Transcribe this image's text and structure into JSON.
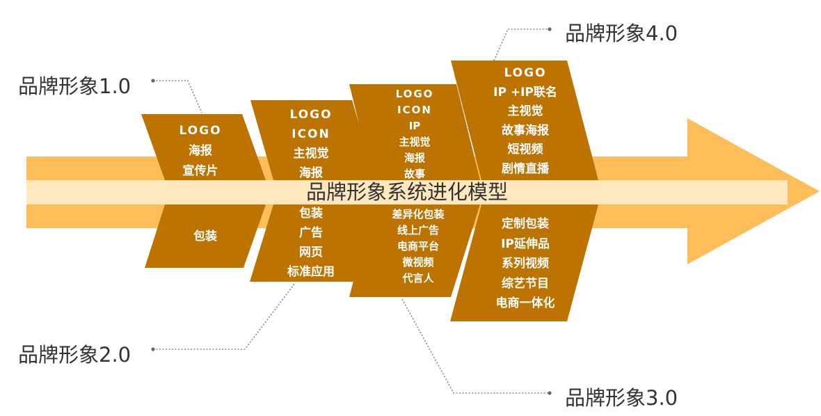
{
  "colors": {
    "arrow": "#FDBE5A",
    "band": "#FFE7BE",
    "panel": "#BD7300",
    "leader": "#888888",
    "text": "#333333"
  },
  "title": "品牌形象系统进化模型",
  "callouts": {
    "v1": "品牌形象1.0",
    "v2": "品牌形象2.0",
    "v3": "品牌形象3.0",
    "v4": "品牌形象4.0"
  },
  "panels": {
    "p1": {
      "top": [
        "LOGO",
        "海报",
        "宣传片"
      ],
      "bottom": [
        "包装"
      ]
    },
    "p2": {
      "top": [
        "LOGO",
        "ICON",
        "主视觉",
        "海报"
      ],
      "bottom": [
        "包装",
        "广告",
        "网页",
        "标准应用"
      ]
    },
    "p3": {
      "top": [
        "LOGO",
        "ICON",
        "IP",
        "主视觉",
        "海报",
        "故事"
      ],
      "bottom": [
        "差异化包装",
        "线上广告",
        "电商平台",
        "微视频",
        "代言人"
      ]
    },
    "p4": {
      "top": [
        "LOGO",
        "IP +IP联名",
        "主视觉",
        "故事海报",
        "短视频",
        "剧情直播"
      ],
      "bottom": [
        "定制包装",
        "IP延伸品",
        "系列视频",
        "综艺节目",
        "电商一体化"
      ]
    }
  }
}
